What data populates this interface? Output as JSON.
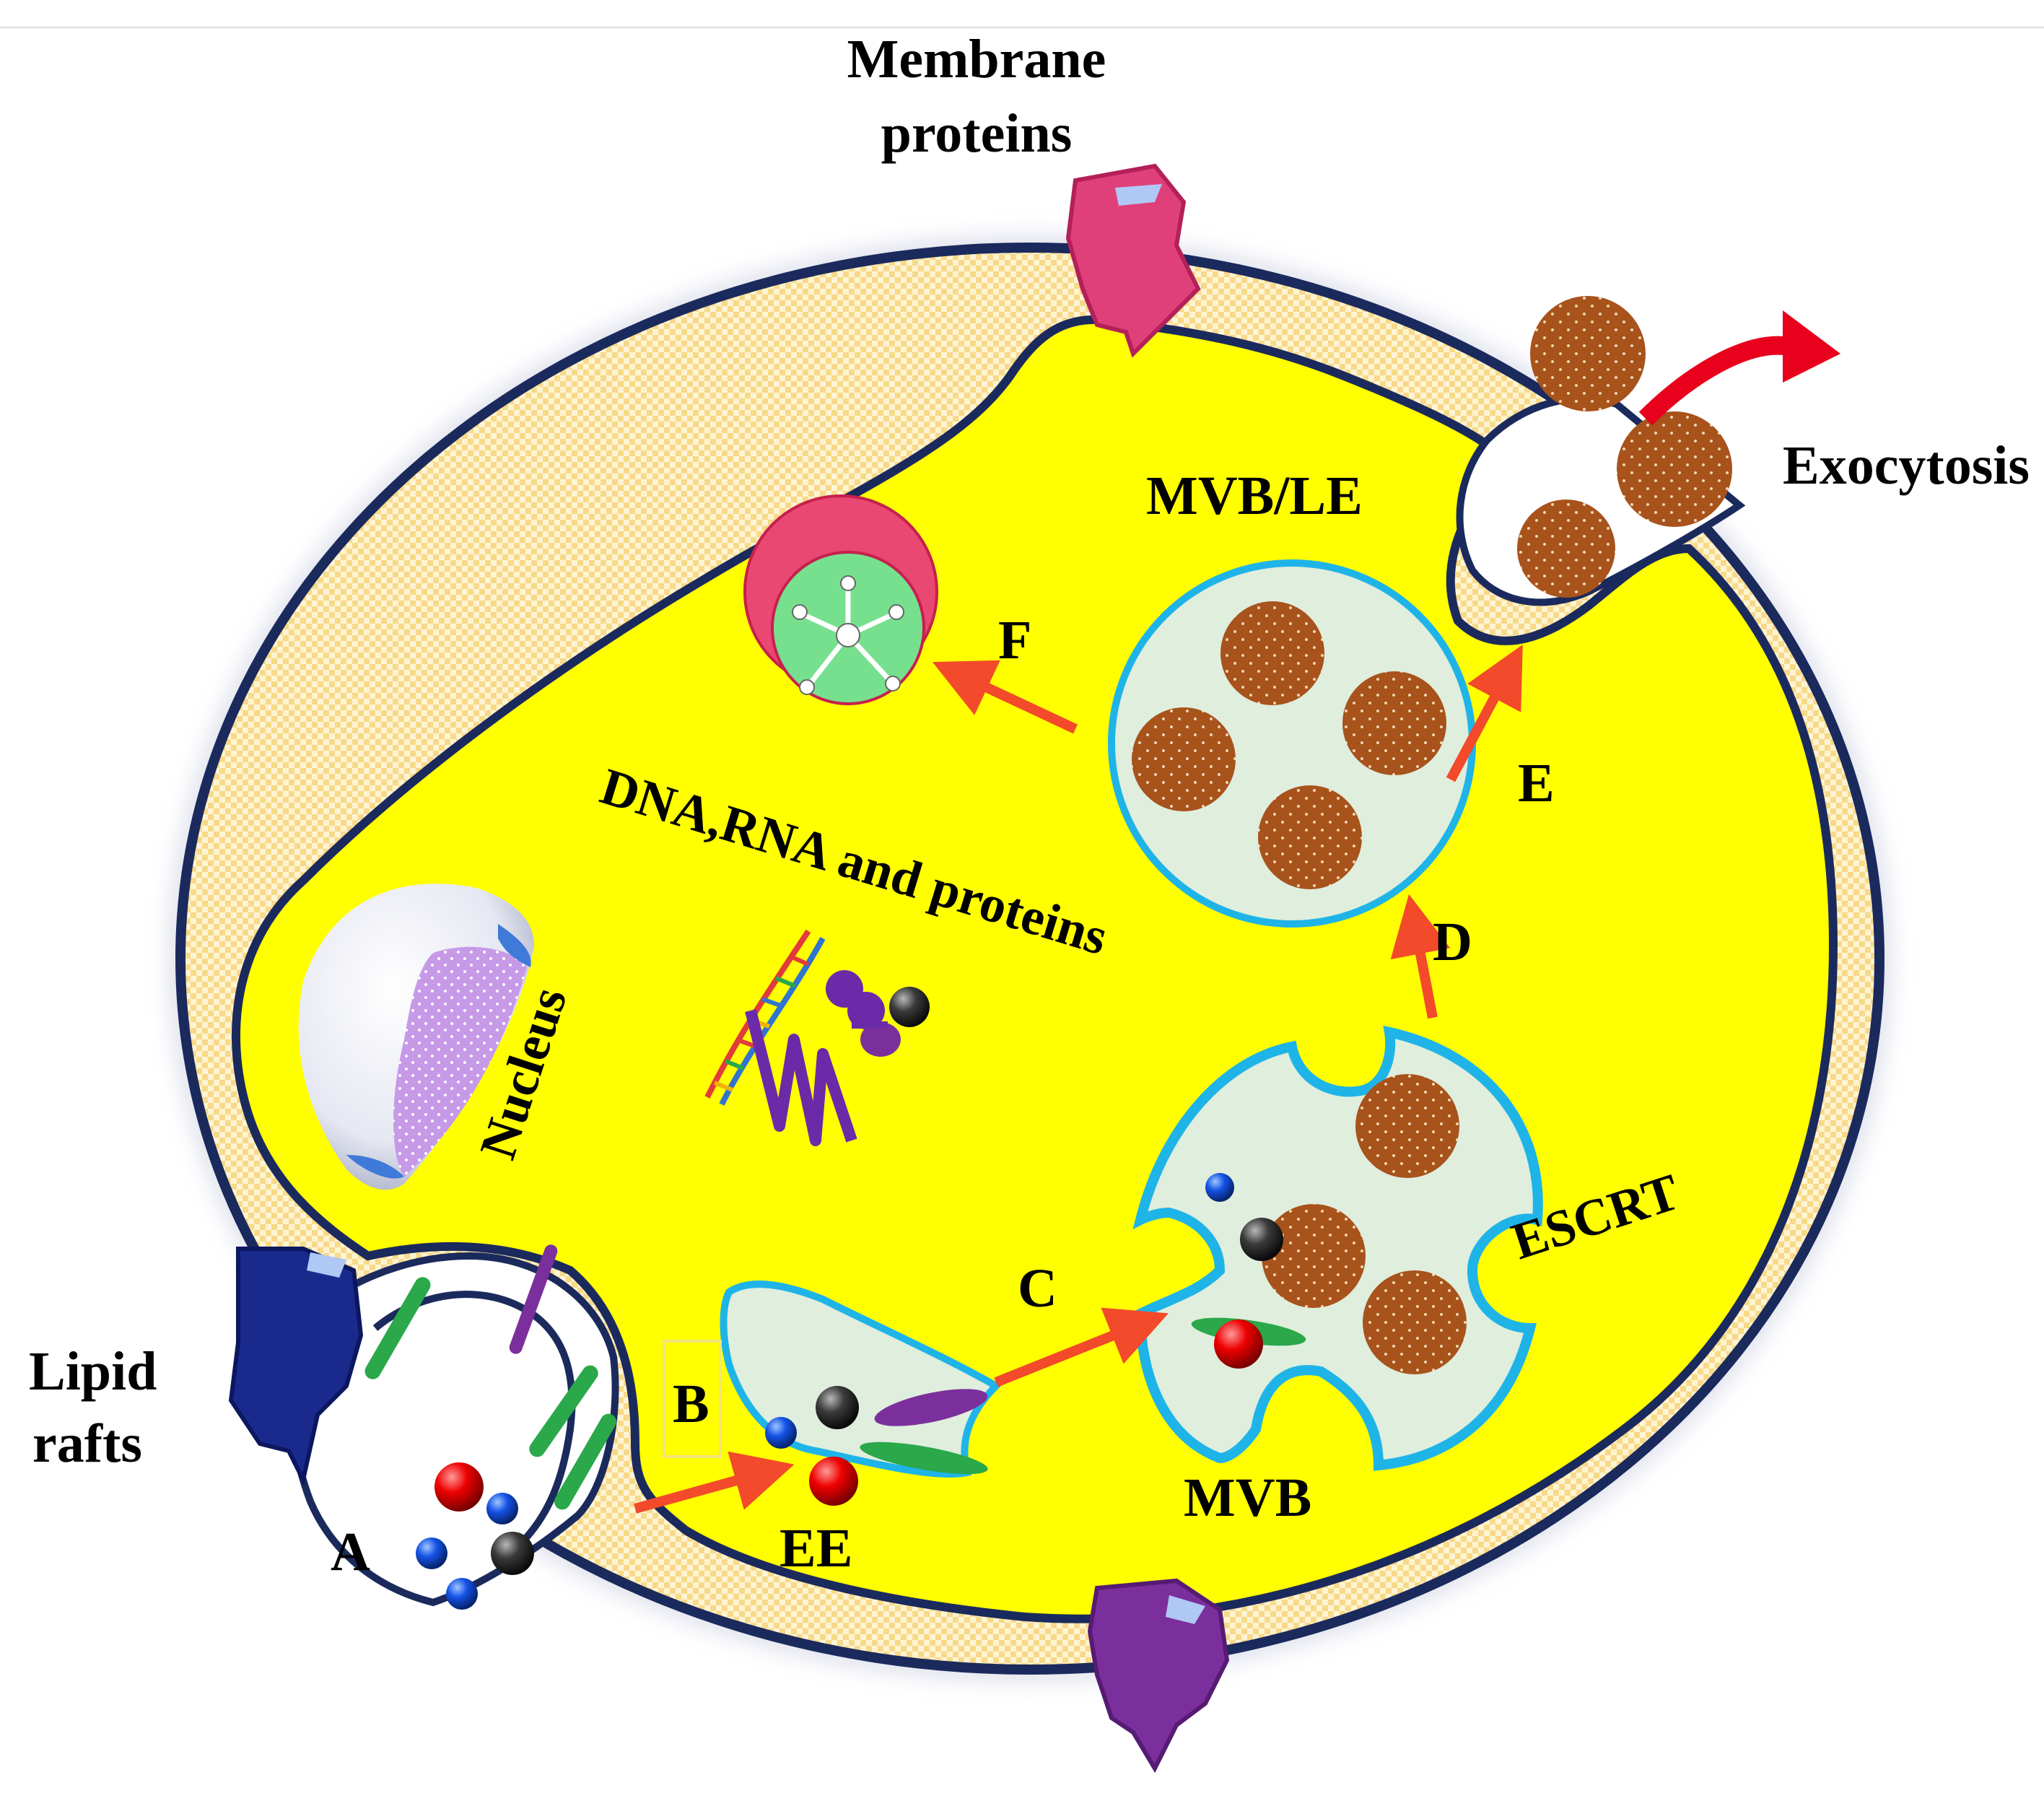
{
  "labels": {
    "membrane_proteins": [
      "Membrane",
      "proteins"
    ],
    "exocytosis": "Exocytosis",
    "mvb_le": "MVB/LE",
    "f": "F",
    "e": "E",
    "d": "D",
    "c": "C",
    "b": "B",
    "a": "A",
    "dna_rna_proteins": "DNA,RNA and proteins",
    "nucleus": "Nucleus",
    "escrt": "ESCRT",
    "mvb": "MVB",
    "ee": "EE",
    "lipid_rafts": [
      "Lipid",
      "rafts"
    ]
  },
  "colors": {
    "cytoplasm": "#ffff00",
    "membrane_band": "#f7d98a",
    "membrane_outline": "#1b2a5c",
    "vesicle_fill": "#dfeedd",
    "vesicle_outline": "#1fb4e8",
    "exosome": "#a8521c",
    "arrow": "#f24a2a",
    "exocytosis_arrow": "#e8001c",
    "protein_pink": "#e0407a",
    "protein_navy": "#1a2a8c",
    "protein_purple": "#7b2f9c",
    "lysosome_outer": "#e84872",
    "lysosome_inner": "#76e08e"
  }
}
